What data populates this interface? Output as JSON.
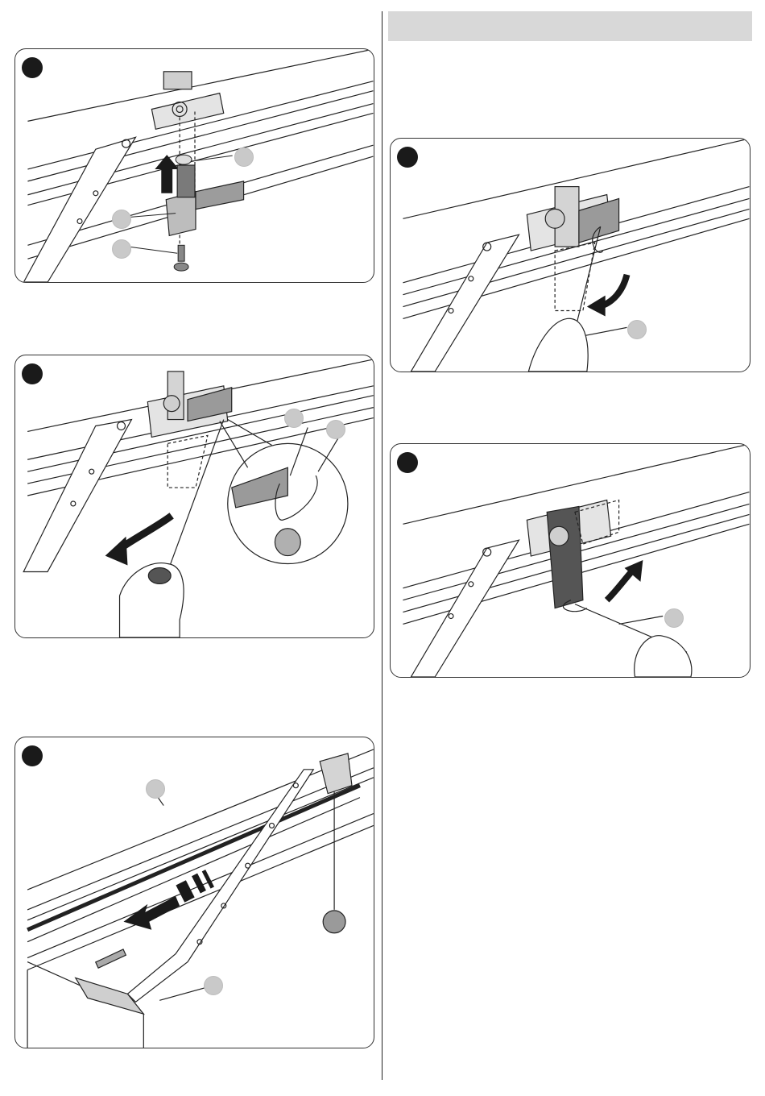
{
  "page": {
    "header_bar_text": ""
  },
  "panels": [
    {
      "id": "step-1",
      "step_label": "",
      "callouts": [
        "",
        "",
        ""
      ]
    },
    {
      "id": "step-2",
      "step_label": "",
      "callouts": [
        "",
        ""
      ]
    },
    {
      "id": "step-3",
      "step_label": "",
      "callouts": [
        "",
        ""
      ]
    },
    {
      "id": "step-4",
      "step_label": "",
      "callouts": [
        ""
      ]
    },
    {
      "id": "step-5",
      "step_label": "",
      "callouts": [
        ""
      ]
    }
  ],
  "colors": {
    "step_dot": "#1a1a1a",
    "callout": "#c9c9c9",
    "header_bar": "#d8d8d8",
    "line": "#222222"
  },
  "icons": [
    "arrow-up-icon",
    "curved-arrow-icon",
    "arrow-left-icon",
    "hand-icon",
    "screw-icon",
    "rope-knob-icon"
  ]
}
